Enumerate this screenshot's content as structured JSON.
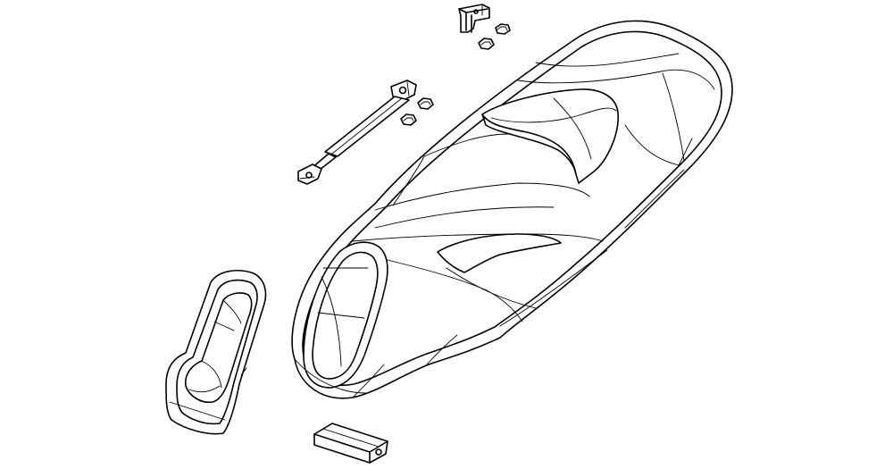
{
  "diagram": {
    "line_color": "#000000",
    "background_color": "#ffffff",
    "parts": [
      {
        "id": "seat-bracket",
        "icon": "bracket-icon"
      },
      {
        "id": "nut-1",
        "icon": "nut-icon"
      },
      {
        "id": "nut-2",
        "icon": "nut-icon"
      },
      {
        "id": "nut-3",
        "icon": "nut-icon"
      },
      {
        "id": "nut-4",
        "icon": "nut-icon"
      },
      {
        "id": "gas-strut",
        "icon": "gas-strut-icon"
      },
      {
        "id": "seat",
        "icon": "seat-icon"
      },
      {
        "id": "backrest-pad",
        "icon": "backrest-icon"
      },
      {
        "id": "backrest-cover",
        "icon": "cover-icon"
      },
      {
        "id": "hinge-block",
        "icon": "hinge-icon"
      }
    ]
  }
}
